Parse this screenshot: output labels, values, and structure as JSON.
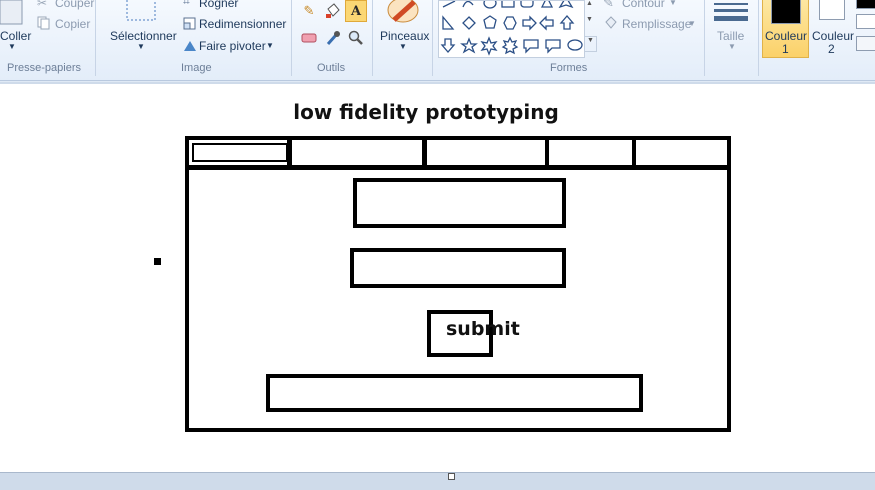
{
  "ribbon": {
    "clipboard": {
      "paste_label": "Coller",
      "cut_label": "Couper",
      "copy_label": "Copier",
      "group_label": "Presse-papiers"
    },
    "image": {
      "select_label": "Sélectionner",
      "crop_label": "Rogner",
      "resize_label": "Redimensionner",
      "rotate_label": "Faire pivoter",
      "group_label": "Image"
    },
    "tools": {
      "group_label": "Outils",
      "text_tool_glyph": "A"
    },
    "brushes": {
      "label": "Pinceaux"
    },
    "shapes": {
      "group_label": "Formes",
      "outline_label": "Contour",
      "fill_label": "Remplissage"
    },
    "size": {
      "label": "Taille"
    },
    "colors": {
      "color1_label": "Couleur",
      "color1_num": "1",
      "color2_label": "Couleur",
      "color2_num": "2",
      "color1_value": "#000000",
      "color2_value": "#ffffff"
    }
  },
  "canvas": {
    "title": "low fidelity prototyping",
    "submit_text": "submit"
  }
}
